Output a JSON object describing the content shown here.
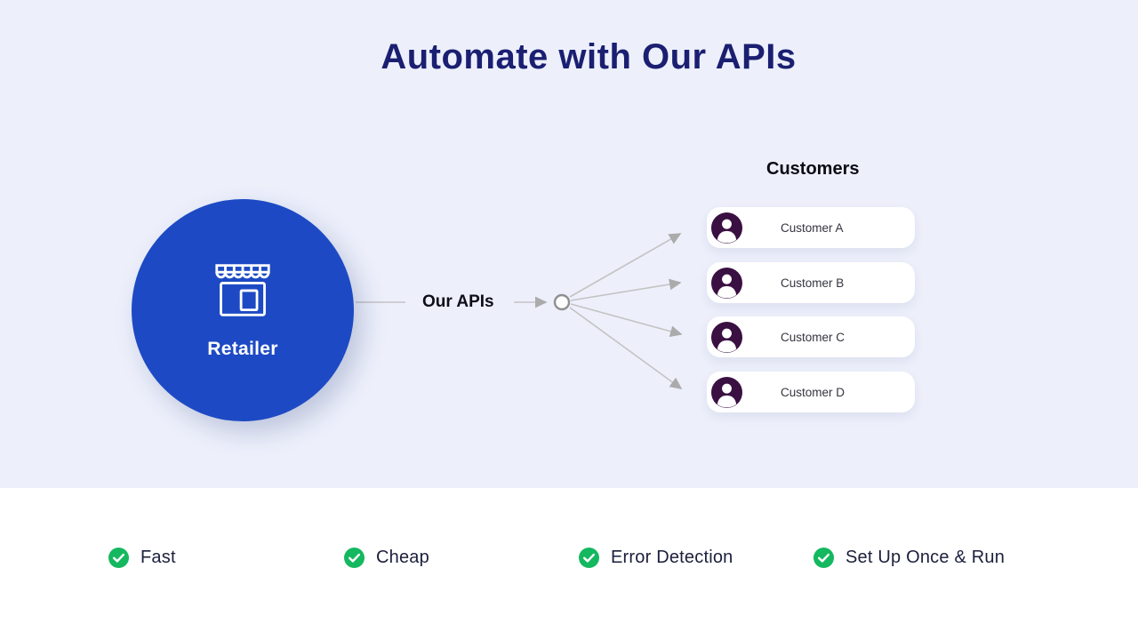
{
  "title": "Automate with Our APIs",
  "diagram": {
    "retailer": {
      "label": "Retailer"
    },
    "api_label": "Our APIs",
    "customers": {
      "heading": "Customers",
      "items": [
        {
          "label": "Customer A"
        },
        {
          "label": "Customer B"
        },
        {
          "label": "Customer C"
        },
        {
          "label": "Customer D"
        }
      ]
    }
  },
  "features": {
    "items": [
      {
        "label": "Fast"
      },
      {
        "label": "Cheap"
      },
      {
        "label": "Error Detection"
      },
      {
        "label": "Set Up Once & Run"
      }
    ]
  },
  "colors": {
    "hero_background": "#EDF0FB",
    "title_text": "#1A1F71",
    "retailer_circle": "#1D4AC4",
    "avatar_background": "#3A0F42",
    "check_green": "#14B85F",
    "connector_gray": "#C3C3C3",
    "feature_text": "#1B1F3B"
  }
}
